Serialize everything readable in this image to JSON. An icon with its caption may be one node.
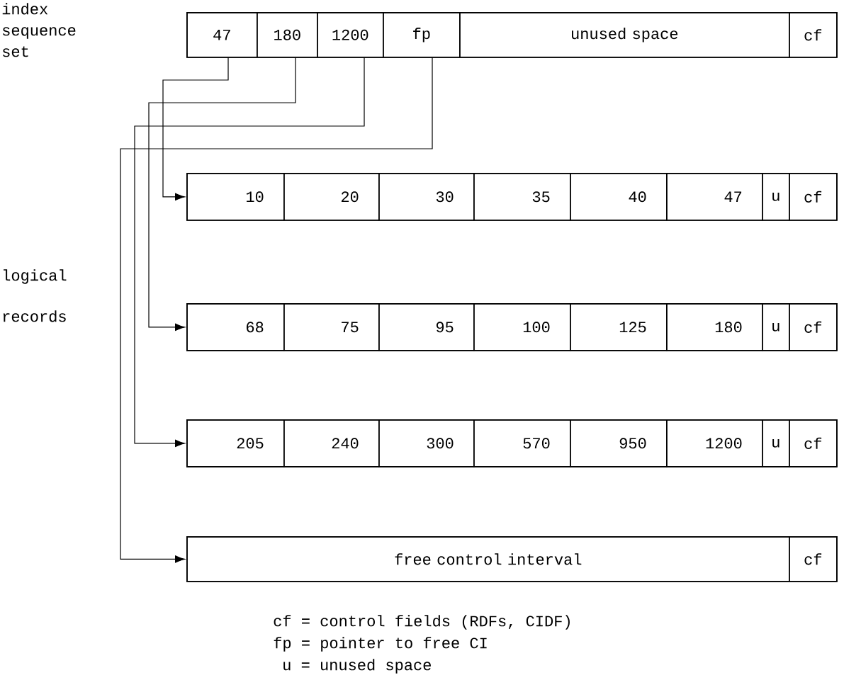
{
  "diagram": {
    "nodes": [
      {
        "text": [],
        "shape": "box"
      },
      {
        "text": [
          "47"
        ],
        "in": 0
      },
      {
        "text": [
          "180"
        ],
        "in": 0
      },
      {
        "text": [
          "1200"
        ],
        "in": 0
      },
      {
        "text": [
          "fp"
        ],
        "in": 0
      },
      {
        "text": [
          "unused space"
        ],
        "in": 0
      },
      {
        "text": [
          "cf"
        ],
        "in": 0
      },
      {
        "text": [],
        "shape": "box"
      },
      {
        "text": [
          "10"
        ],
        "in": 7
      },
      {
        "text": [
          "20"
        ],
        "in": 7
      },
      {
        "text": [
          "30"
        ],
        "in": 7
      },
      {
        "text": [
          "35"
        ],
        "in": 7
      },
      {
        "text": [
          "40"
        ],
        "in": 7
      },
      {
        "text": [
          "47"
        ],
        "in": 7
      },
      {
        "text": [
          "u"
        ],
        "in": 7
      },
      {
        "text": [
          "cf"
        ],
        "in": 7
      },
      {
        "text": [],
        "shape": "box"
      },
      {
        "text": [
          "68"
        ],
        "in": 16
      },
      {
        "text": [
          "75"
        ],
        "in": 16
      },
      {
        "text": [
          "95"
        ],
        "in": 16
      },
      {
        "text": [
          "100"
        ],
        "in": 16
      },
      {
        "text": [
          "125"
        ],
        "in": 16
      },
      {
        "text": [
          "180"
        ],
        "in": 16
      },
      {
        "text": [
          "u"
        ],
        "in": 16
      },
      {
        "text": [
          "cf"
        ],
        "in": 16
      },
      {
        "text": [],
        "shape": "box"
      },
      {
        "text": [
          "205"
        ],
        "in": 25
      },
      {
        "text": [
          "240"
        ],
        "in": 25
      },
      {
        "text": [
          "300"
        ],
        "in": 25
      },
      {
        "text": [
          "570"
        ],
        "in": 25
      },
      {
        "text": [
          "950"
        ],
        "in": 25
      },
      {
        "text": [
          "1200"
        ],
        "in": 25
      },
      {
        "text": [
          "u"
        ],
        "in": 25
      },
      {
        "text": [
          "cf"
        ],
        "in": 25
      },
      {
        "text": [],
        "shape": "box"
      },
      {
        "text": [
          "free control interval"
        ],
        "in": 34
      },
      {
        "text": [
          "cf"
        ],
        "in": 34
      }
    ],
    "edges": [
      {
        "from": 1,
        "to": 7,
        "arrow": "to"
      },
      {
        "from": 2,
        "to": 16,
        "arrow": "to"
      },
      {
        "from": 3,
        "to": 25,
        "arrow": "to"
      },
      {
        "from": 4,
        "to": 34,
        "arrow": "to"
      }
    ],
    "labels": [
      "index sequence set",
      "logical records",
      "cf = control fields (RDFs, CIDF)",
      "fp = pointer to free CI",
      "u = unused space"
    ]
  }
}
